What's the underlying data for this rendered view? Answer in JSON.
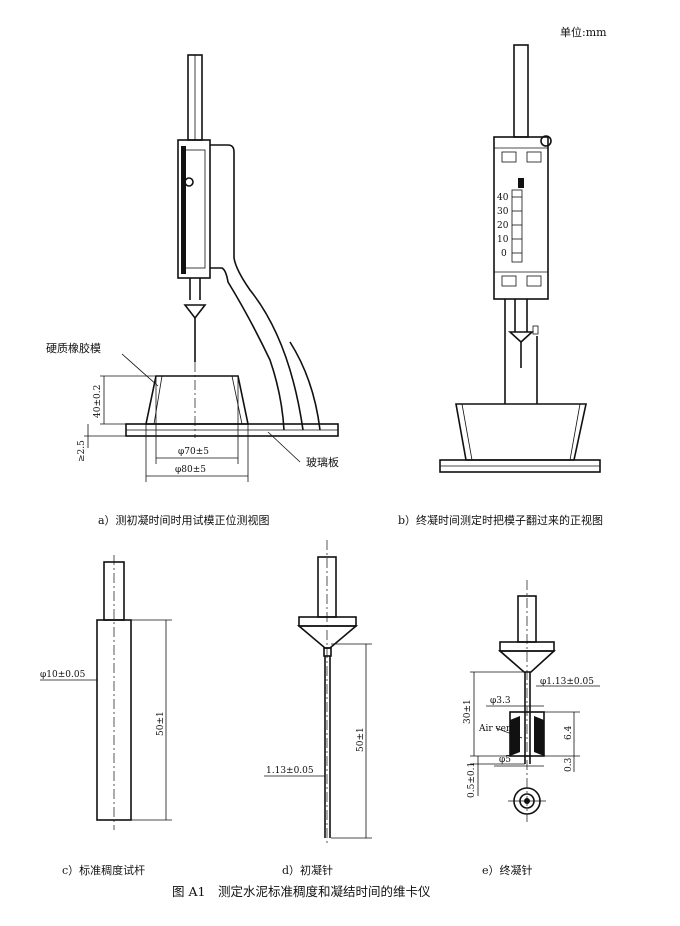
{
  "unit_label": "单位:mm",
  "captions": {
    "a": "a）测初凝时间时用试模正位测视图",
    "b": "b）终凝时间测定时把模子翻过来的正视图",
    "c": "c）标准稠度试杆",
    "d": "d）初凝针",
    "e": "e）终凝针"
  },
  "figure_title": "图 A1　测定水泥标准稠度和凝结时间的维卡仪",
  "callouts": {
    "rubber_mold": "硬质橡胶模",
    "glass_plate": "玻璃板",
    "air_vent": "Air vent"
  },
  "dimensions": {
    "a_height": "40±0.2",
    "a_thickness": "≥2.5",
    "a_top_dia": "φ70±5",
    "a_bottom_dia": "φ80±5",
    "c_dia": "φ10±0.05",
    "c_len": "50±1",
    "d_dia": "1.13±0.05",
    "d_len": "50±1",
    "e_tip_dia": "φ1.13±0.05",
    "e_inner_dia": "φ3.3",
    "e_outer_dia": "φ5",
    "e_len": "30±1",
    "e_h1": "6.4",
    "e_h2": "0.3",
    "e_gap": "0.5±0.1"
  },
  "scale_numbers": [
    "40",
    "30",
    "20",
    "10",
    "0"
  ]
}
